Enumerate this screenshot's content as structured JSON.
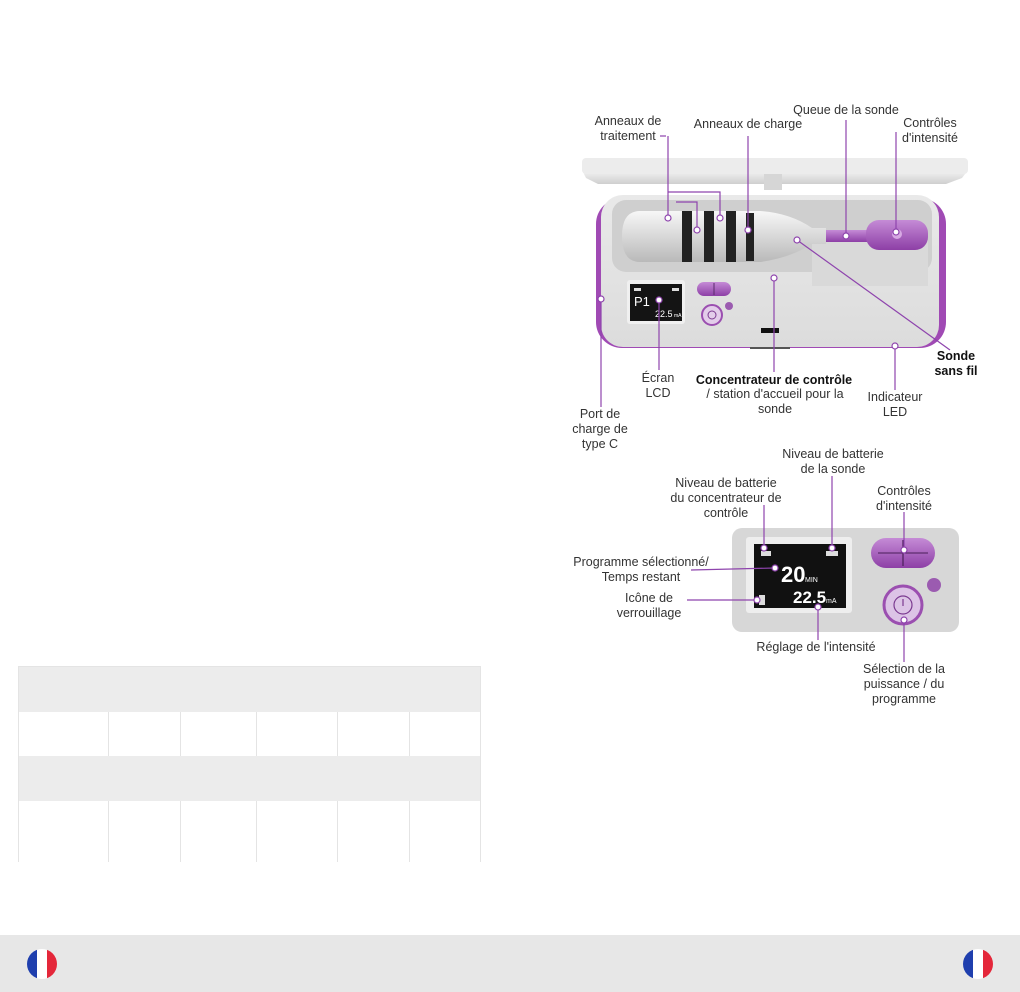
{
  "diagram_top": {
    "anneaux_traitement": "Anneaux de\ntraitement",
    "anneaux_charge": "Anneaux de charge",
    "queue_sonde": "Queue de la sonde",
    "controles_intensite": "Contrôles\nd'intensité",
    "sonde_sans_fil": "Sonde\nsans fil",
    "ecran_lcd": "Écran\nLCD",
    "concentrateur_title": "Concentrateur de contrôle",
    "concentrateur_sub": "/ station d'accueil pour la\nsonde",
    "indicateur_led": "Indicateur\nLED",
    "port_charge": "Port de\ncharge de\ntype C",
    "lcd_program": "P1",
    "lcd_value": "22.5",
    "lcd_unit": "mA"
  },
  "diagram_bottom": {
    "batterie_sonde": "Niveau de batterie\nde la sonde",
    "batterie_concentrateur": "Niveau de batterie\ndu concentrateur de\ncontrôle",
    "controles_intensite": "Contrôles\nd'intensité",
    "programme_selectionne": "Programme sélectionné/\nTemps restant",
    "icone_verrouillage": "Icône de\nverrouillage",
    "reglage_intensite": "Réglage de l'intensité",
    "selection_puissance": "Sélection de la\npuissance / du\nprogramme",
    "lcd_time": "20",
    "lcd_time_unit": "MIN",
    "lcd_value": "22.5",
    "lcd_unit": "mA"
  },
  "colors": {
    "accent_purple": "#9b4fb0",
    "leader_line": "#8e44ad",
    "footer_bg": "#e7e7e7",
    "flag_blue": "#1f3fae",
    "flag_red": "#e4273a"
  },
  "icons": {
    "footer_left": "france-flag-icon",
    "footer_right": "france-flag-icon"
  }
}
